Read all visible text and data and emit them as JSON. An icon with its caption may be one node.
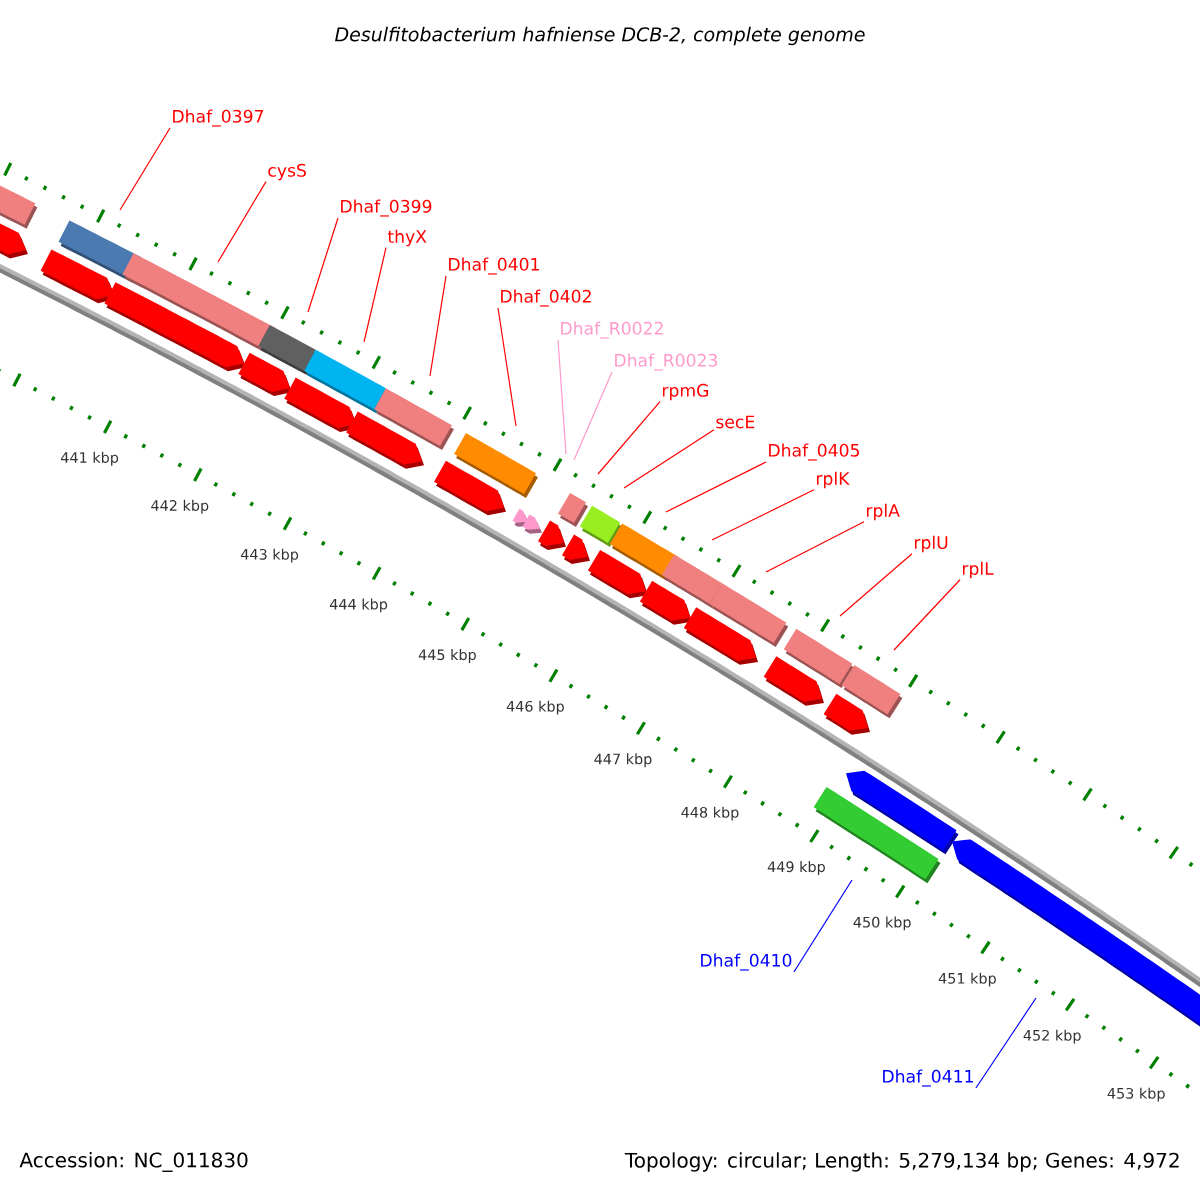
{
  "diagram": {
    "title": "Desulfitobacterium hafniense DCB-2, complete genome",
    "nodes": [
      {
        "text": [
          "Dhaf_0397"
        ]
      },
      {
        "text": [
          "cysS"
        ]
      },
      {
        "text": [
          "Dhaf_0399"
        ]
      },
      {
        "text": [
          "thyX"
        ]
      },
      {
        "text": [
          "Dhaf_0401"
        ]
      },
      {
        "text": [
          "Dhaf_0402"
        ]
      },
      {
        "text": [
          "Dhaf_R0022"
        ]
      },
      {
        "text": [
          "Dhaf_R0023"
        ]
      },
      {
        "text": [
          "rpmG"
        ]
      },
      {
        "text": [
          "secE"
        ]
      },
      {
        "text": [
          "Dhaf_0405"
        ]
      },
      {
        "text": [
          "rplK"
        ]
      },
      {
        "text": [
          "rplA"
        ]
      },
      {
        "text": [
          "rplU"
        ]
      },
      {
        "text": [
          "rplL"
        ]
      },
      {
        "text": [
          "Dhaf_0410"
        ]
      },
      {
        "text": [
          "Dhaf_0411"
        ]
      }
    ],
    "edges": [
      {
        "from": 0,
        "to": null,
        "arrow": "none"
      },
      {
        "from": 1,
        "to": null,
        "arrow": "none"
      },
      {
        "from": 2,
        "to": null,
        "arrow": "none"
      },
      {
        "from": 3,
        "to": null,
        "arrow": "none"
      },
      {
        "from": 4,
        "to": null,
        "arrow": "none"
      },
      {
        "from": 5,
        "to": null,
        "arrow": "none"
      },
      {
        "from": 6,
        "to": null,
        "arrow": "none",
        "color": "#ff99cc"
      },
      {
        "from": 7,
        "to": null,
        "arrow": "none",
        "color": "#ff99cc"
      },
      {
        "from": 8,
        "to": null,
        "arrow": "none"
      },
      {
        "from": 9,
        "to": null,
        "arrow": "none"
      },
      {
        "from": 10,
        "to": null,
        "arrow": "none"
      },
      {
        "from": 11,
        "to": null,
        "arrow": "none"
      },
      {
        "from": 12,
        "to": null,
        "arrow": "none"
      },
      {
        "from": 13,
        "to": null,
        "arrow": "none"
      },
      {
        "from": 14,
        "to": null,
        "arrow": "none"
      },
      {
        "from": 15,
        "to": null,
        "arrow": "none",
        "color": "#0000ff"
      },
      {
        "from": 16,
        "to": null,
        "arrow": "none",
        "color": "#0000ff"
      }
    ],
    "labels": [
      "441 kbp",
      "442 kbp",
      "443 kbp",
      "444 kbp",
      "445 kbp",
      "446 kbp",
      "447 kbp",
      "448 kbp",
      "449 kbp",
      "450 kbp",
      "451 kbp",
      "452 kbp",
      "453 kbp",
      "Accession: NC_011830",
      "Topology: circular; Length: 5,279,134 bp; Genes: 4,972"
    ]
  }
}
